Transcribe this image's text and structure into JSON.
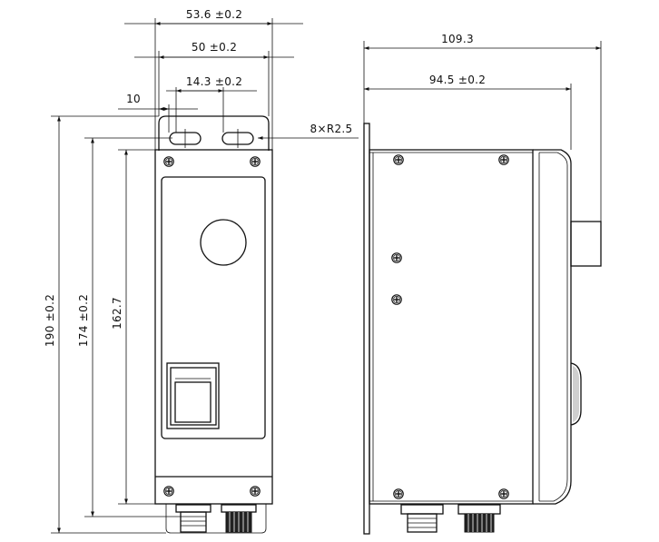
{
  "drawing": {
    "front_view": {
      "dims": {
        "overall_width": "53.6 ±0.2",
        "hole_center_spacing": "50 ±0.2",
        "slot_spacing": "14.3 ±0.2",
        "slot_edge_offset": "10",
        "slot_callout": "8×R2.5",
        "overall_height": "190 ±0.2",
        "hole_center_height": "174 ±0.2",
        "enclosure_height": "162.7"
      }
    },
    "side_view": {
      "dims": {
        "overall_depth": "109.3",
        "body_depth": "94.5 ±0.2"
      }
    }
  }
}
